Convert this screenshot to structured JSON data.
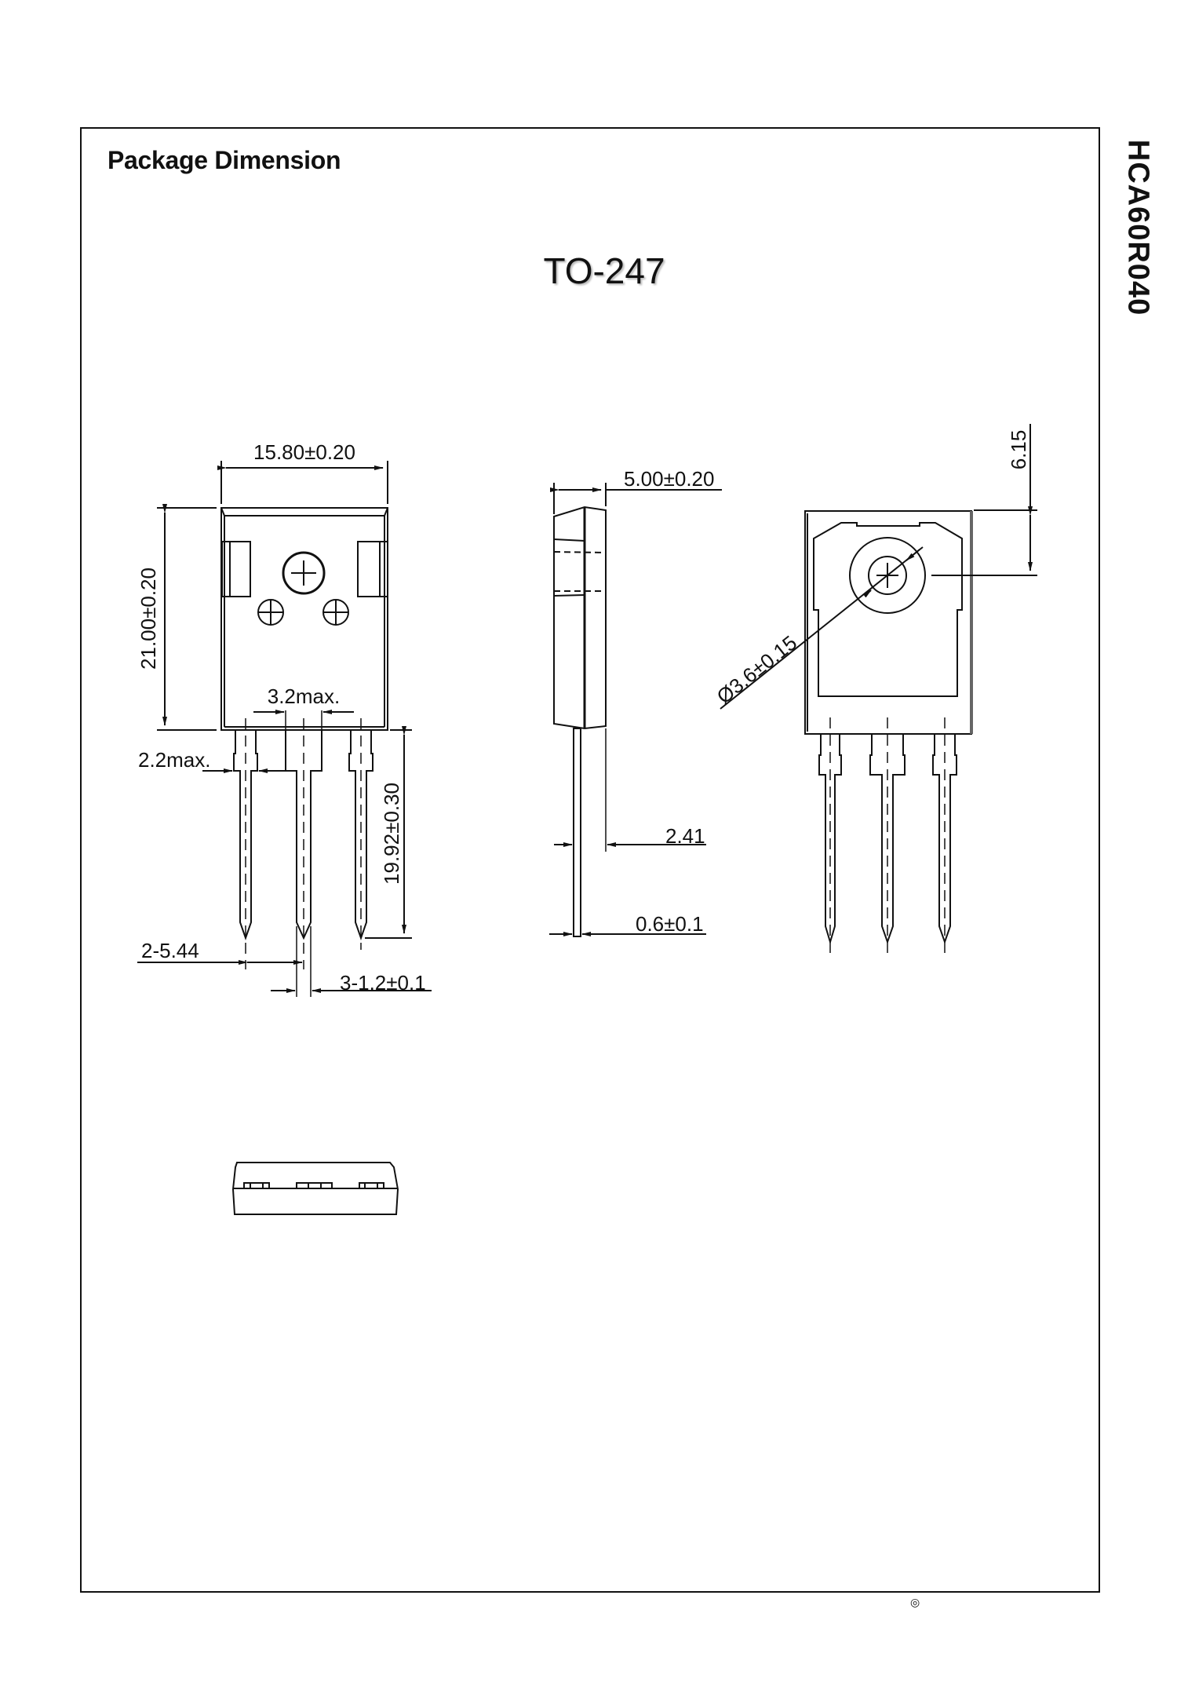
{
  "page": {
    "section_title": "Package Dimension",
    "part_number": "HCA60R040",
    "package_name": "TO-247",
    "footer_symbol": "◎"
  },
  "front_view": {
    "width_dim": "15.80±0.20",
    "height_dim": "21.00±0.20",
    "lead_shoulder_spacing": "3.2max.",
    "lead_shoulder_width": "2.2max.",
    "lead_length": "19.92±0.30",
    "lead_pitch": "2-5.44",
    "lead_width": "3-1.2±0.1"
  },
  "side_view": {
    "thickness_dim": "5.00±0.20",
    "lead_offset": "2.41",
    "lead_thickness": "0.6±0.1"
  },
  "back_view": {
    "hole_offset": "6.15",
    "hole_diameter": "Ø3.6±0.15"
  }
}
